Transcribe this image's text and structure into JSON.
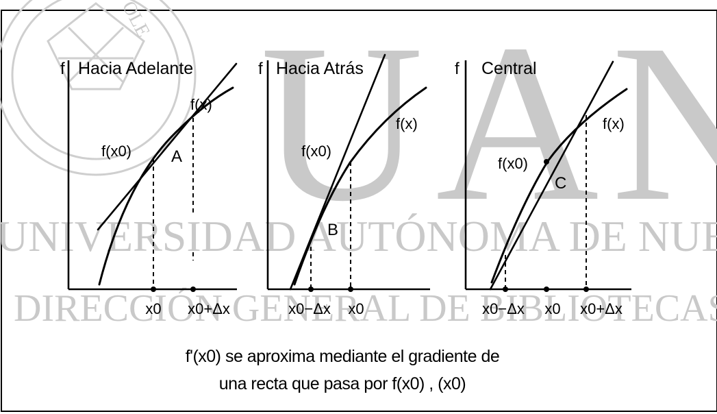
{
  "watermark": {
    "big_letters": "UANL",
    "line1": "UNIVERSIDAD AUTÓNOMA DE NUEVO LEÓN",
    "line2": "DIRECCIÓN GENERAL DE BIBLIOTECAS"
  },
  "panels": [
    {
      "axis_label": "f",
      "title": "Hacia Adelante",
      "curve_label": "f(x)",
      "point_label": "f(x0)",
      "region_label": "A",
      "tick_labels": [
        "x0",
        "x0+Δx"
      ]
    },
    {
      "axis_label": "f",
      "title": "Hacia Atrás",
      "curve_label": "f(x)",
      "point_label": "f(x0)",
      "region_label": "B",
      "tick_labels": [
        "x0−Δx",
        "x0"
      ]
    },
    {
      "axis_label": "f",
      "title": "Central",
      "curve_label": "f(x)",
      "point_label": "f(x0)",
      "region_label": "C",
      "tick_labels": [
        "x0−Δx",
        "x0",
        "x0+Δx"
      ]
    }
  ],
  "caption": {
    "line1": "f'(x0) se aproxima mediante el gradiente de",
    "line2": "una recta que pasa por f(x0) , (x0)"
  },
  "colors": {
    "ink": "#000000",
    "watermark": "#c9c9c9",
    "frame": "#000000"
  }
}
